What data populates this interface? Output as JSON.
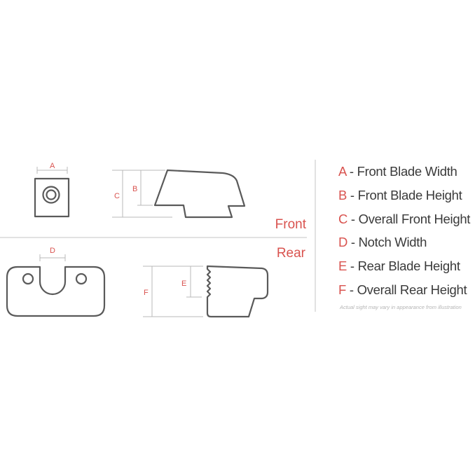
{
  "sections": {
    "front_label": "Front",
    "rear_label": "Rear"
  },
  "dimensions": {
    "a": "A",
    "b": "B",
    "c": "C",
    "d": "D",
    "e": "E",
    "f": "F"
  },
  "legend": {
    "separator": " - ",
    "items": [
      {
        "letter": "A",
        "text": "Front Blade Width"
      },
      {
        "letter": "B",
        "text": "Front Blade Height"
      },
      {
        "letter": "C",
        "text": "Overall Front Height"
      },
      {
        "letter": "D",
        "text": "Notch Width"
      },
      {
        "letter": "E",
        "text": "Rear Blade Height"
      },
      {
        "letter": "F",
        "text": "Overall Rear Height"
      }
    ]
  },
  "disclaimer": "Actual sight may vary in appearance from illustration",
  "colors": {
    "accent": "#d9534f",
    "outline": "#5a5a5a",
    "dimension_line": "#b8b8b8",
    "text": "#3a3a3a"
  }
}
